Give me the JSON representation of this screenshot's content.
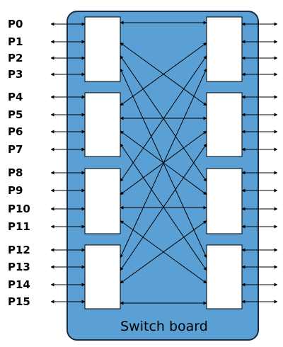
{
  "board": {
    "label": "Switch board",
    "fill": "#5aa0d4",
    "stroke": "#1b2a44"
  },
  "ports_left": [
    "P0",
    "P1",
    "P2",
    "P3",
    "P4",
    "P5",
    "P6",
    "P7",
    "P8",
    "P9",
    "P10",
    "P11",
    "P12",
    "P13",
    "P14",
    "P15"
  ],
  "switch_box_fill": "#ffffff",
  "line_color": "#000000",
  "connections": [
    {
      "from": 0,
      "to": 0
    },
    {
      "from": 0,
      "to": 1
    },
    {
      "from": 0,
      "to": 2
    },
    {
      "from": 0,
      "to": 3
    },
    {
      "from": 1,
      "to": 0
    },
    {
      "from": 1,
      "to": 1
    },
    {
      "from": 1,
      "to": 2
    },
    {
      "from": 1,
      "to": 3
    },
    {
      "from": 2,
      "to": 0
    },
    {
      "from": 2,
      "to": 1
    },
    {
      "from": 2,
      "to": 2
    },
    {
      "from": 2,
      "to": 3
    },
    {
      "from": 3,
      "to": 0
    },
    {
      "from": 3,
      "to": 1
    },
    {
      "from": 3,
      "to": 2
    },
    {
      "from": 3,
      "to": 3
    }
  ]
}
